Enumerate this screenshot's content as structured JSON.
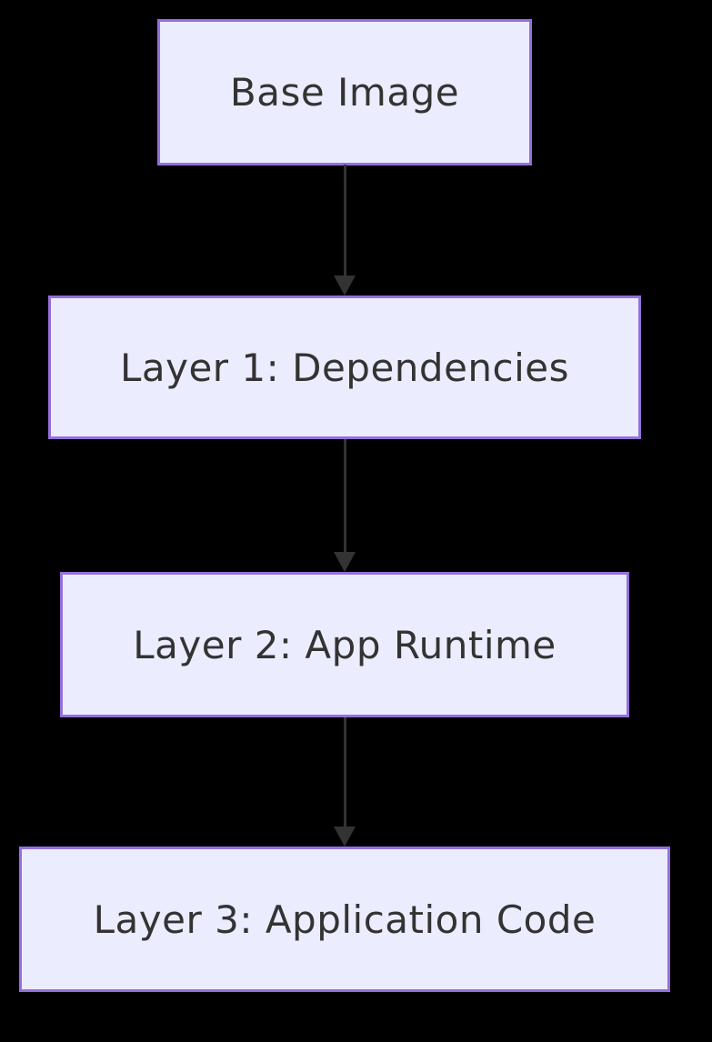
{
  "diagram": {
    "type": "flowchart-vertical",
    "colors": {
      "background": "#000000",
      "node_fill": "#ECECFF",
      "node_border": "#9370DB",
      "node_text": "#333333",
      "arrow": "#333333"
    },
    "nodes": [
      {
        "label": "Base Image"
      },
      {
        "label": "Layer 1: Dependencies"
      },
      {
        "label": "Layer 2: App Runtime"
      },
      {
        "label": "Layer 3: Application Code"
      }
    ],
    "edges": [
      {
        "from": "Base Image",
        "to": "Layer 1: Dependencies",
        "direction": "down"
      },
      {
        "from": "Layer 1: Dependencies",
        "to": "Layer 2: App Runtime",
        "direction": "down"
      },
      {
        "from": "Layer 2: App Runtime",
        "to": "Layer 3: Application Code",
        "direction": "down"
      }
    ]
  }
}
